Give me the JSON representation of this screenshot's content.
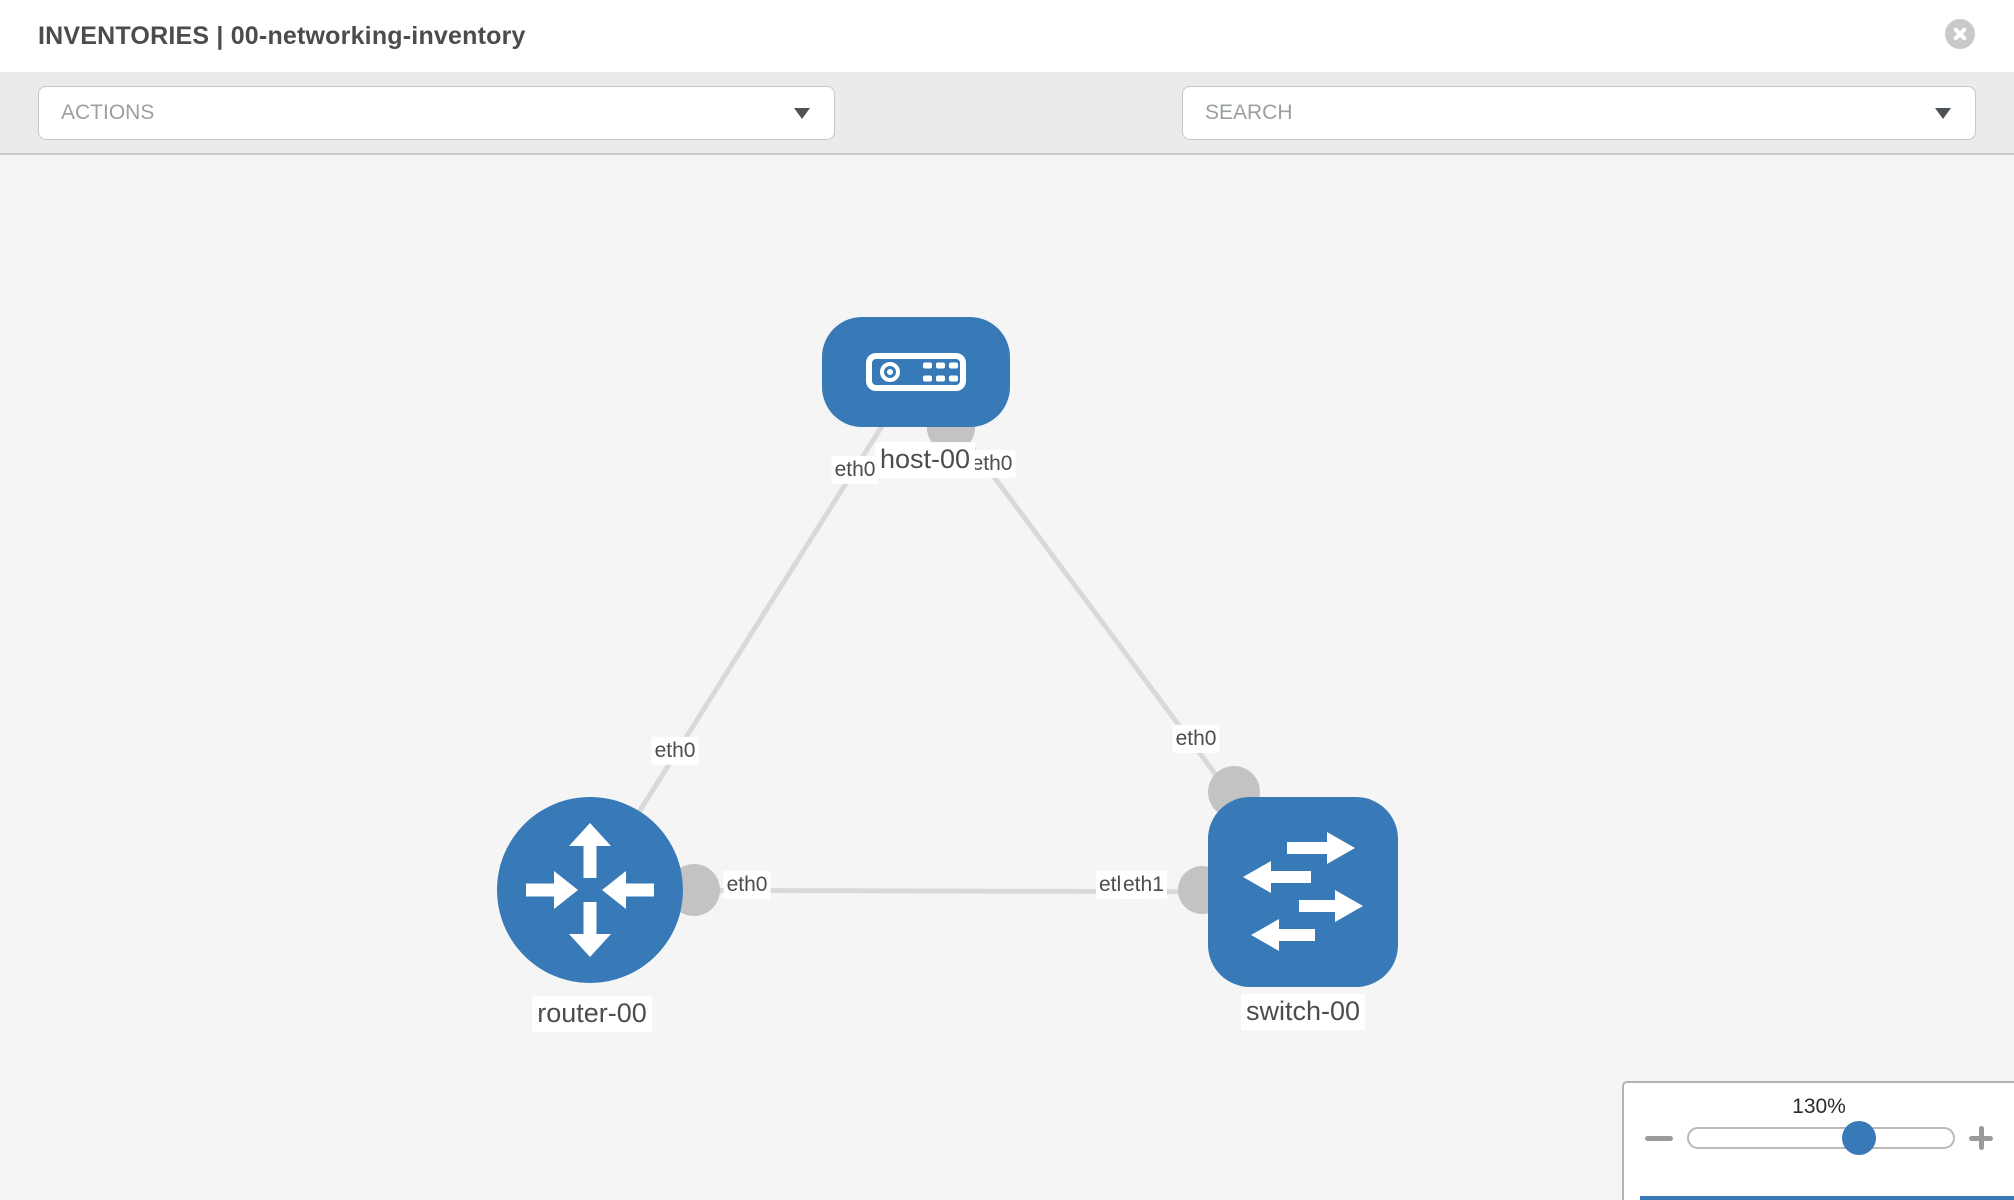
{
  "header": {
    "title": "INVENTORIES | 00-networking-inventory",
    "close_icon": "x-circle-icon"
  },
  "toolbar": {
    "actions_placeholder": "ACTIONS",
    "search_placeholder": "SEARCH",
    "icons": [
      "wrench-icon",
      "key-icon",
      "caret-down-icon"
    ]
  },
  "topology": {
    "nodes": [
      {
        "id": "host-00",
        "type": "host",
        "label": "host-00"
      },
      {
        "id": "router-00",
        "type": "router",
        "label": "router-00"
      },
      {
        "id": "switch-00",
        "type": "switch",
        "label": "switch-00"
      }
    ],
    "links": [
      {
        "source": "host-00",
        "target": "router-00",
        "source_interface": "eth0",
        "target_interface": "eth0"
      },
      {
        "source": "host-00",
        "target": "switch-00",
        "source_interface": "eth0",
        "target_interface": "eth0"
      },
      {
        "source": "router-00",
        "target": "switch-00",
        "source_interface": "eth0",
        "target_interface": "eth1"
      }
    ],
    "occluded_interface_label": "eth0"
  },
  "zoom_control": {
    "level": "130%",
    "minus_icon": "minus-icon",
    "plus_icon": "plus-icon"
  },
  "colors": {
    "accent_blue": "#377ab7",
    "link_gray": "#d9d9d9",
    "interface_gray": "#c3c3c3",
    "toolbar_bg": "#ebebeb",
    "canvas_bg": "#f5f5f5",
    "label_text": "#4d4d4d"
  }
}
